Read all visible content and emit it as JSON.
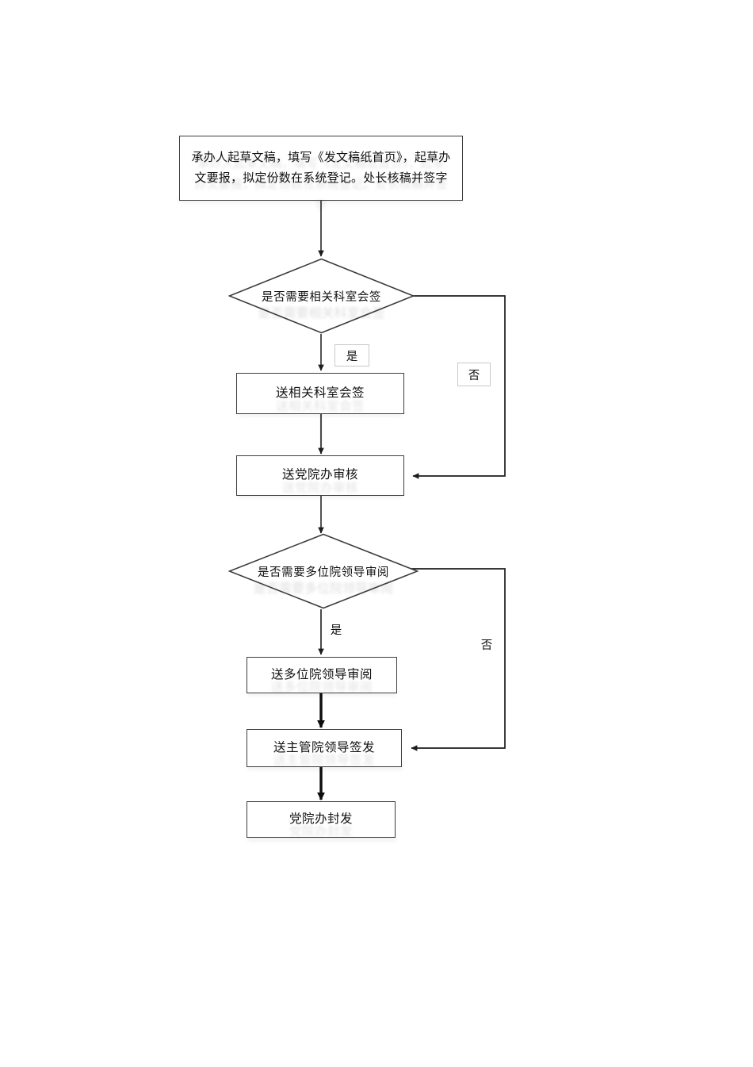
{
  "diagram": {
    "type": "flowchart",
    "orientation": "top-to-bottom",
    "title": "",
    "nodes": [
      {
        "id": "draft",
        "shape": "process",
        "label": "承办人起草文稿，填写《发文稿纸首页》，起草办文要报，拟定份数在系统登记。处长核稿并签字"
      },
      {
        "id": "need_countersign",
        "shape": "decision",
        "label": "是否需要相关科室会签"
      },
      {
        "id": "send_countersign",
        "shape": "process",
        "label": "送相关科室会签"
      },
      {
        "id": "send_office_review",
        "shape": "process",
        "label": "送党院办审核"
      },
      {
        "id": "need_multi_leaders",
        "shape": "decision",
        "label": "是否需要多位院领导审阅"
      },
      {
        "id": "send_multi_leaders",
        "shape": "process",
        "label": "送多位院领导审阅"
      },
      {
        "id": "send_signing_leader",
        "shape": "process",
        "label": "送主管院领导签发"
      },
      {
        "id": "office_issue",
        "shape": "process",
        "label": "党院办封发"
      }
    ],
    "edges": [
      {
        "id": "e1",
        "from": "draft",
        "to": "need_countersign",
        "label": ""
      },
      {
        "id": "e2",
        "from": "need_countersign",
        "to": "send_countersign",
        "label": "是"
      },
      {
        "id": "e3",
        "from": "need_countersign",
        "to": "send_office_review",
        "label": "否"
      },
      {
        "id": "e4",
        "from": "send_countersign",
        "to": "send_office_review",
        "label": ""
      },
      {
        "id": "e5",
        "from": "send_office_review",
        "to": "need_multi_leaders",
        "label": ""
      },
      {
        "id": "e6",
        "from": "need_multi_leaders",
        "to": "send_multi_leaders",
        "label": "是"
      },
      {
        "id": "e7",
        "from": "need_multi_leaders",
        "to": "send_signing_leader",
        "label": "否"
      },
      {
        "id": "e8",
        "from": "send_multi_leaders",
        "to": "send_signing_leader",
        "label": ""
      },
      {
        "id": "e9",
        "from": "send_signing_leader",
        "to": "office_issue",
        "label": ""
      }
    ],
    "edge_labels": {
      "yes_1": "是",
      "no_1": "否",
      "yes_2": "是",
      "no_2": "否"
    },
    "colors": {
      "background": "#ffffff",
      "stroke": "#3d3d3d",
      "connector": "#2b2b2b",
      "text": "#111111",
      "label_border": "#c9c9c9"
    }
  }
}
